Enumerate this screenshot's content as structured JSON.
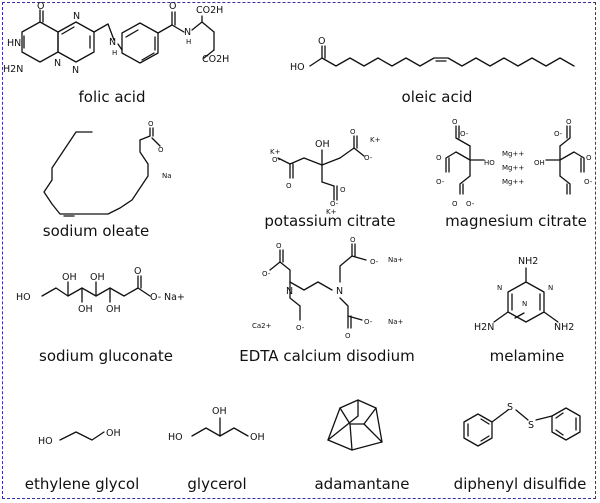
{
  "compounds": [
    {
      "name": "folic acid"
    },
    {
      "name": "oleic acid"
    },
    {
      "name": "sodium oleate"
    },
    {
      "name": "potassium citrate"
    },
    {
      "name": "magnesium citrate"
    },
    {
      "name": "sodium gluconate"
    },
    {
      "name": "EDTA calcium disodium"
    },
    {
      "name": "melamine"
    },
    {
      "name": "ethylene glycol"
    },
    {
      "name": "glycerol"
    },
    {
      "name": "adamantane"
    },
    {
      "name": "diphenyl disulfide"
    }
  ],
  "atom_labels": {
    "folic": [
      "O",
      "HN",
      "N",
      "H2N",
      "N",
      "N",
      "N",
      "H",
      "O",
      "N",
      "H",
      "CO2H",
      "CO2H"
    ],
    "oleic": [
      "HO",
      "O"
    ],
    "sodium_oleate": [
      "O",
      "O",
      "Na"
    ],
    "k_citrate": [
      "K+",
      "K+",
      "K+",
      "OH",
      "O",
      "O-",
      "O",
      "O-",
      "O",
      "O-"
    ],
    "mg_citrate": [
      "Mg++",
      "Mg++",
      "Mg++",
      "O",
      "O-",
      "HO",
      "O",
      "O-",
      "O",
      "O-",
      "O",
      "O-",
      "OH",
      "O",
      "O-"
    ],
    "gluconate": [
      "HO",
      "OH",
      "OH",
      "OH",
      "OH",
      "O",
      "O-",
      "Na+"
    ],
    "edta": [
      "O",
      "O-",
      "Na+",
      "O-",
      "O",
      "N",
      "N",
      "Ca2+",
      "O-",
      "O",
      "O",
      "O-",
      "Na+"
    ],
    "melamine": [
      "NH2",
      "N",
      "N",
      "N",
      "H2N",
      "NH2"
    ],
    "ethylene_glycol": [
      "HO",
      "OH"
    ],
    "glycerol": [
      "OH",
      "HO",
      "OH"
    ],
    "disulfide": [
      "S",
      "S"
    ]
  }
}
